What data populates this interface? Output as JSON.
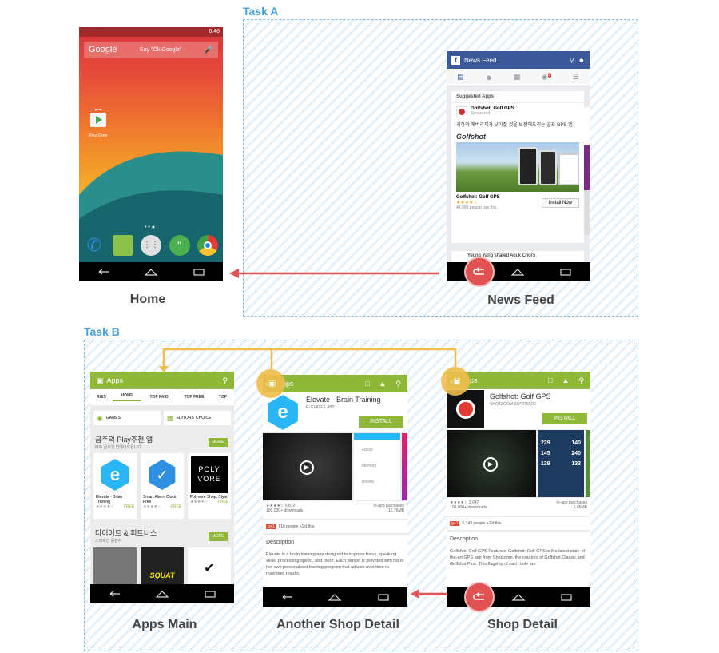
{
  "task_a": {
    "title": "Task A",
    "home": {
      "caption": "Home",
      "status_time": "6:46",
      "search_brand": "Google",
      "search_hint": "Say \"Ok Google\"",
      "shortcut_label": "Play Store"
    },
    "news_feed": {
      "caption": "News Feed",
      "header_title": "News Feed",
      "notification_count": "2",
      "section_title": "Suggested Apps",
      "app_name": "Golfshot: Golf GPS",
      "sponsored": "Sponsored",
      "description": "귀하의 애버리지가 낮아질 것을 보장해드리는 골프 GPS 앱",
      "logo_text": "Golfshot",
      "footer_app_name": "Golfshot: Golf GPS",
      "rating": "★★★★☆",
      "users": "44,998 people use this",
      "install_label": "Install Now",
      "next_post": "Yeong Yang shared Auuk Choi's"
    }
  },
  "task_b": {
    "title": "Task B",
    "apps_main": {
      "caption": "Apps Main",
      "appbar_title": "Apps",
      "tabs": [
        "RIES",
        "HOME",
        "TOP PAID",
        "TOP FREE",
        "TOP"
      ],
      "games_label": "GAMES",
      "editors_label": "EDITORS' CHOICE",
      "section1_title": "금주의 Play추천 앱",
      "section1_sub": "매주 금요일 업데이트됩니다",
      "more_label": "MORE",
      "apps": [
        {
          "name": "Elevate - Brain Training",
          "rating": "★★★★☆",
          "price": "FREE"
        },
        {
          "name": "Smart Alarm Clock Free",
          "rating": "★★★★☆",
          "price": "FREE"
        },
        {
          "name": "Polyvore Shop, Style,",
          "rating": "★★★★☆",
          "price": "FREE"
        }
      ],
      "polyvore_logo": "POLY VORE",
      "section2_title": "다이어트 & 피트니스",
      "section2_sub": "스마트한 동반자",
      "squat_label": "SQUAT"
    },
    "another_detail": {
      "caption": "Another Shop Detail",
      "appbar_title": "pps",
      "app_title": "Elevate - Brain Training",
      "developer": "ELEVATE LABS",
      "install_label": "INSTALL",
      "stars": "★★★★☆",
      "rating_count": "6,872",
      "downloads": "100,000+ downloads",
      "in_app": "In-app purchases",
      "size": "12.76MB",
      "plus_one": "610 people +1'd this.",
      "desc_title": "Description",
      "desc_text": "Elevate is a brain training app designed to improve focus, speaking skills, processing speed, and more. Each person is provided with his or her own personalized training program that adjusts over time to maximize results.",
      "side_labels": [
        "Focus",
        "Memory",
        "Brevity"
      ]
    },
    "shop_detail": {
      "caption": "Shop Detail",
      "appbar_title": "pps",
      "app_title": "Golfshot: Golf GPS",
      "developer": "SHOTZOOM SOFTWARE",
      "install_label": "INSTALL",
      "stars": "★★★★☆",
      "rating_count": "2,047",
      "downloads": "100,000+ downloads",
      "in_app": "In-app purchases",
      "size": "6.06MB",
      "plus_one": "5,143 people +1'd this.",
      "desc_title": "Description",
      "desc_text": "Golfshot: Golf GPS Features: Golfshot: Golf GPS is the latest state-of-the-art GPS app from Shotzoom, the creators of Golfshot Classic and Golfshot Plus. This flagship of each hole are",
      "yardages": [
        "229",
        "145",
        "139",
        "140",
        "240",
        "133"
      ]
    }
  },
  "colors": {
    "accent_blue": "#4aa3d8",
    "arrow_red": "#e25252",
    "link_yellow": "#f0bd4d",
    "play_green": "#8fb837",
    "facebook_blue": "#3b5998"
  }
}
